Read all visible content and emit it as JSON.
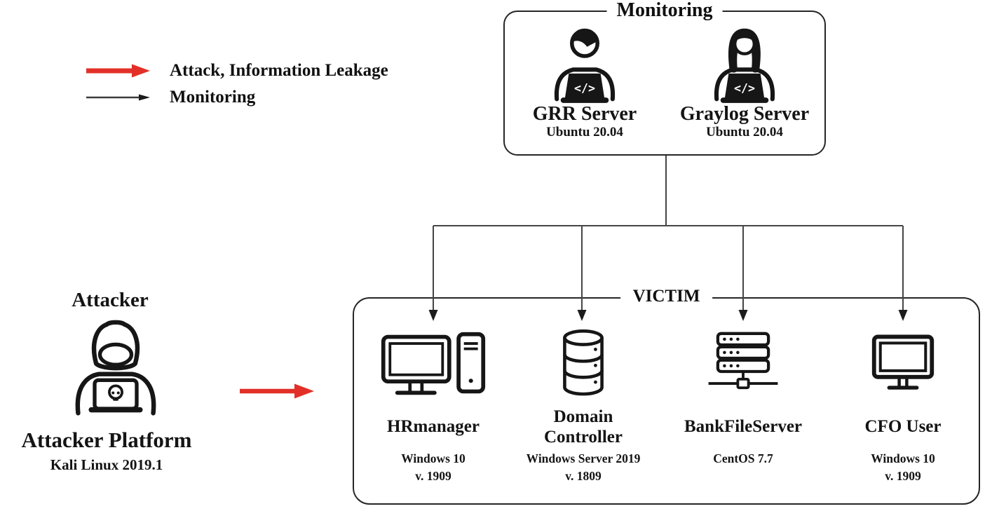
{
  "legend": {
    "attack": {
      "label": "Attack, Information Leakage",
      "color": "#e23028"
    },
    "monitoring": {
      "label": "Monitoring",
      "color": "#3c3c3c"
    }
  },
  "monitoring_box": {
    "title": "Monitoring",
    "servers": [
      {
        "name": "GRR Server",
        "os": "Ubuntu 20.04",
        "icon": "male-developer-icon"
      },
      {
        "name": "Graylog Server",
        "os": "Ubuntu 20.04",
        "icon": "female-developer-icon"
      }
    ]
  },
  "attacker": {
    "title": "Attacker",
    "platform_label": "Attacker Platform",
    "platform_os": "Kali Linux 2019.1",
    "icon": "hooded-hacker-icon"
  },
  "victim_box": {
    "title": "VICTIM",
    "machines": [
      {
        "name": "HRmanager",
        "os": "Windows 10",
        "version": "v. 1909",
        "icon": "desktop-pc-icon"
      },
      {
        "name": "Domain Controller",
        "os": "Windows Server 2019",
        "version": "v. 1809",
        "icon": "database-icon"
      },
      {
        "name": "BankFileServer",
        "os": "CentOS 7.7",
        "version": "",
        "icon": "server-rack-icon"
      },
      {
        "name": "CFO User",
        "os": "Windows 10",
        "version": "v. 1909",
        "icon": "workstation-monitor-icon"
      }
    ]
  },
  "laptop_code_glyph": "</>"
}
